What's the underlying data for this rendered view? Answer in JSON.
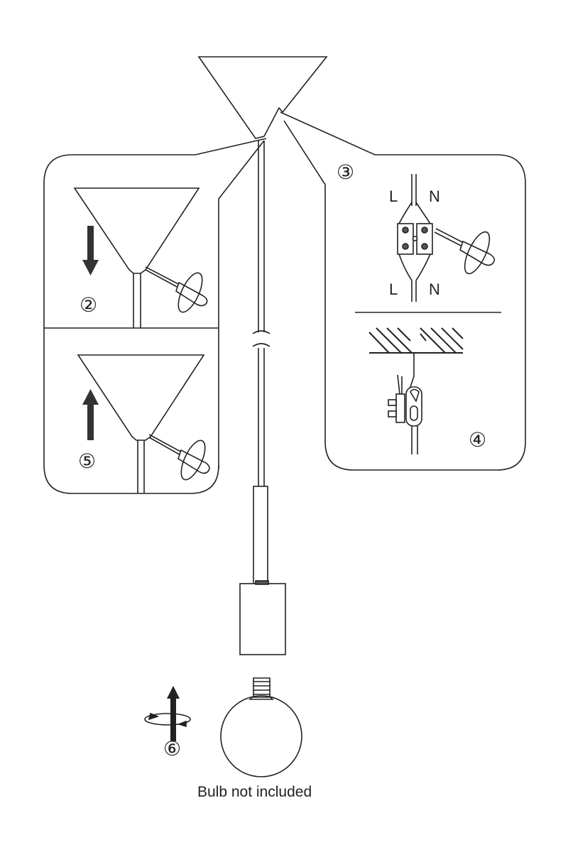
{
  "steps": {
    "step2": "②",
    "step3": "③",
    "step4": "④",
    "step5": "⑤",
    "step6": "⑥"
  },
  "wiring": {
    "top_left": "L",
    "top_right": "N",
    "bottom_left": "L",
    "bottom_right": "N"
  },
  "caption": "Bulb not included",
  "colors": {
    "line": "#222222",
    "background": "#ffffff"
  }
}
